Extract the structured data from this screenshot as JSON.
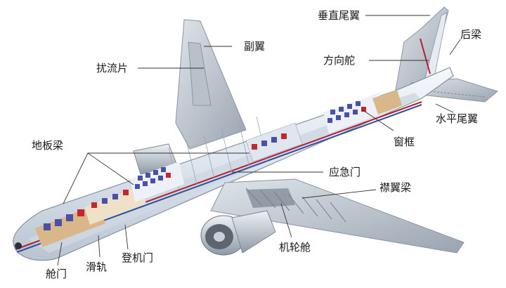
{
  "labels": {
    "vertical_stabilizer": "垂直尾翼",
    "aileron": "副翼",
    "rear_spar": "后梁",
    "spoiler": "扰流片",
    "rudder": "方向舵",
    "horizontal_stabilizer": "水平尾翼",
    "floor_beam": "地板梁",
    "window_frame": "窗框",
    "emergency_door": "应急门",
    "flap_beam": "襟翼梁",
    "wheel_well": "机轮舱",
    "cabin_door": "舱门",
    "slide_rail": "滑轨",
    "boarding_door": "登机门"
  },
  "colors": {
    "fuselage": "#e4ebf2",
    "wing": "#c9d0d8",
    "interior_blue": "#4a4fa8",
    "interior_red": "#c2262e",
    "interior_tan": "#d9b78a",
    "stripe_red": "#b02035",
    "stripe_blue": "#2e4f9a",
    "leader_line": "#333333"
  }
}
